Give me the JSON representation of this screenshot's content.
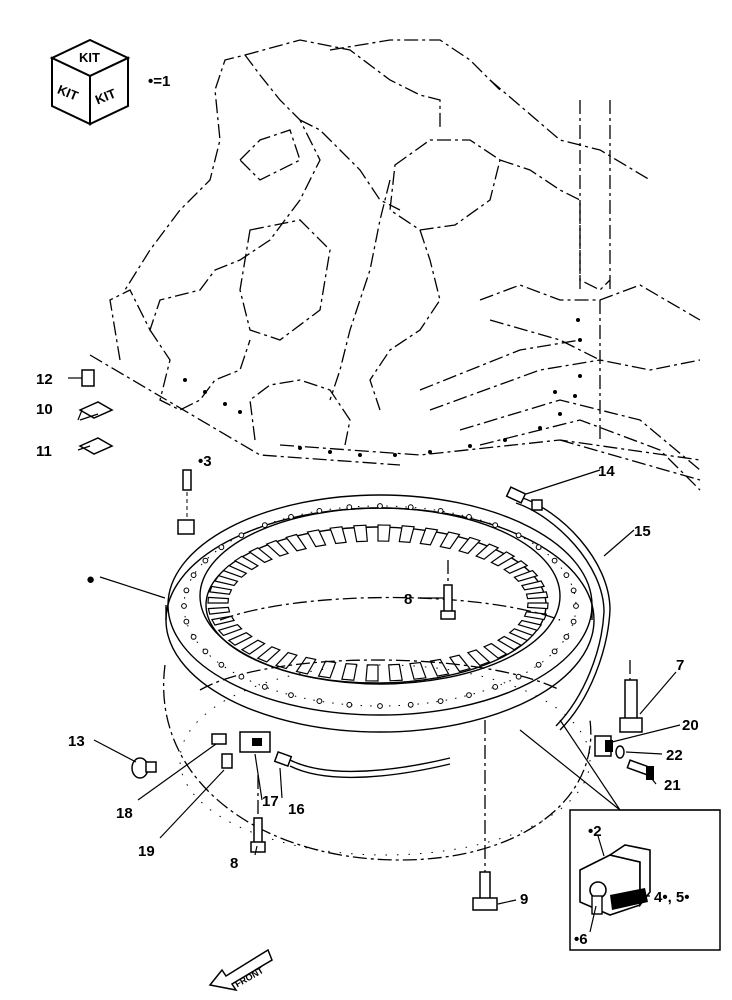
{
  "kit": {
    "face_labels": [
      "KIT",
      "KIT",
      "KIT"
    ],
    "legend": "•=1"
  },
  "callouts": [
    {
      "id": "c1",
      "text": "●"
    },
    {
      "id": "c2",
      "text": "•2"
    },
    {
      "id": "c3",
      "text": "•3"
    },
    {
      "id": "c45",
      "text": "4•, 5•"
    },
    {
      "id": "c6",
      "text": "•6"
    },
    {
      "id": "c7",
      "text": "7"
    },
    {
      "id": "c8a",
      "text": "8"
    },
    {
      "id": "c8b",
      "text": "8"
    },
    {
      "id": "c9",
      "text": "9"
    },
    {
      "id": "c10",
      "text": "10"
    },
    {
      "id": "c11",
      "text": "11"
    },
    {
      "id": "c12",
      "text": "12"
    },
    {
      "id": "c13",
      "text": "13"
    },
    {
      "id": "c14",
      "text": "14"
    },
    {
      "id": "c15",
      "text": "15"
    },
    {
      "id": "c16",
      "text": "16"
    },
    {
      "id": "c17",
      "text": "17"
    },
    {
      "id": "c18",
      "text": "18"
    },
    {
      "id": "c19",
      "text": "19"
    },
    {
      "id": "c20",
      "text": "20"
    },
    {
      "id": "c21",
      "text": "21"
    },
    {
      "id": "c22",
      "text": "22"
    }
  ],
  "front_arrow": {
    "label": "FRONT"
  }
}
